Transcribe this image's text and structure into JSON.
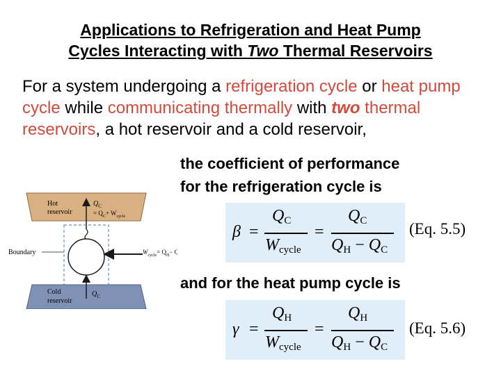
{
  "title": {
    "line1": "Applications to Refrigeration and Heat Pump",
    "line2_pre": "Cycles Interacting with ",
    "line2_em": "Two",
    "line2_post": " Thermal Reservoirs"
  },
  "intro": {
    "p1": "For a system undergoing a ",
    "p2": "refrigeration cycle",
    "p3": " or ",
    "p4": "heat pump cycle",
    "p5": " while ",
    "p6": "communicating thermally",
    "p7": " with ",
    "p8": "two",
    "p9": " ",
    "p10": "thermal reservoirs",
    "p11": ", a hot reservoir and a cold reservoir,"
  },
  "cop_text": {
    "line1": "the coefficient of performance",
    "line2": "for the refrigeration cycle is"
  },
  "hp_text": "and for the heat pump cycle is",
  "eq55": {
    "lhs": "β",
    "eq": "=",
    "n1": "Q",
    "n1sub": "C",
    "d1": "W",
    "d1sub": "cycle",
    "n2": "Q",
    "n2sub": "C",
    "d2a": "Q",
    "d2asub": "H",
    "minus": "−",
    "d2b": "Q",
    "d2bsub": "C",
    "label": "(Eq. 5.5)"
  },
  "eq56": {
    "lhs": "γ",
    "eq": "=",
    "n1": "Q",
    "n1sub": "H",
    "d1": "W",
    "d1sub": "cycle",
    "n2": "Q",
    "n2sub": "H",
    "d2a": "Q",
    "d2asub": "H",
    "minus": "−",
    "d2b": "Q",
    "d2bsub": "C",
    "label": "(Eq. 5.6)"
  },
  "diagram": {
    "hot_label_1": "Hot",
    "hot_label_2": "reservoir",
    "heat_hot": "Q",
    "heat_hot_expr": "= Q",
    "heat_hot_sub_c": "C",
    "heat_hot_plus": "+ W",
    "heat_hot_sub_cycle": "cycle",
    "boundary_label": "Boundary",
    "work_label": "W",
    "work_sub": "cycle",
    "work_expr": "= Q",
    "work_sub_h": "H",
    "work_minus": "− Q",
    "work_sub_c": "C",
    "cold_label_1": "Cold",
    "cold_label_2": "reservoir",
    "heat_cold": "Q",
    "heat_cold_sub": "C",
    "hot_color": "#d8b082",
    "cold_color": "#7f92b6"
  }
}
